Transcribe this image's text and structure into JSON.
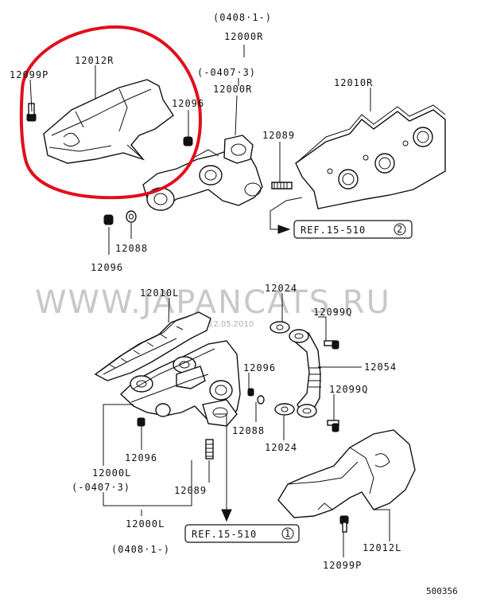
{
  "labels": {
    "p12099p_top": "12099P",
    "p12012r": "12012R",
    "p12096_top": "12096",
    "p0408_top": "(0408·1-)",
    "p12000r_a": "12000R",
    "p0407_top": "(-0407·3)",
    "p12000r_b": "12000R",
    "p12010r": "12010R",
    "p12089_top": "12089",
    "ref_top": "REF.15-510",
    "ref_top_num": "2",
    "p12088_top": "12088",
    "p12096_mid": "12096",
    "p12010l": "12010L",
    "p12024_a": "12024",
    "p12099q_a": "12099Q",
    "p12054": "12054",
    "p12096_c": "12096",
    "p12099q_b": "12099Q",
    "p12088_b": "12088",
    "p12024_b": "12024",
    "p12096_d": "12096",
    "p12000l_a": "12000L",
    "p0407_bot": "(-0407·3)",
    "p12089_bot": "12089",
    "p12000l_b": "12000L",
    "p0408_bot": "(0408·1-)",
    "ref_bot": "REF.15-510",
    "ref_bot_num": "1",
    "p12012l": "12012L",
    "p12099p_bot": "12099P"
  },
  "watermark": "WWW.JAPANCATS.RU",
  "watermark_date": "12.05.2010",
  "diagram_code": "500356",
  "colors": {
    "highlight": "#e0101c",
    "ink": "#111111",
    "watermark": "#c8c8c8"
  }
}
